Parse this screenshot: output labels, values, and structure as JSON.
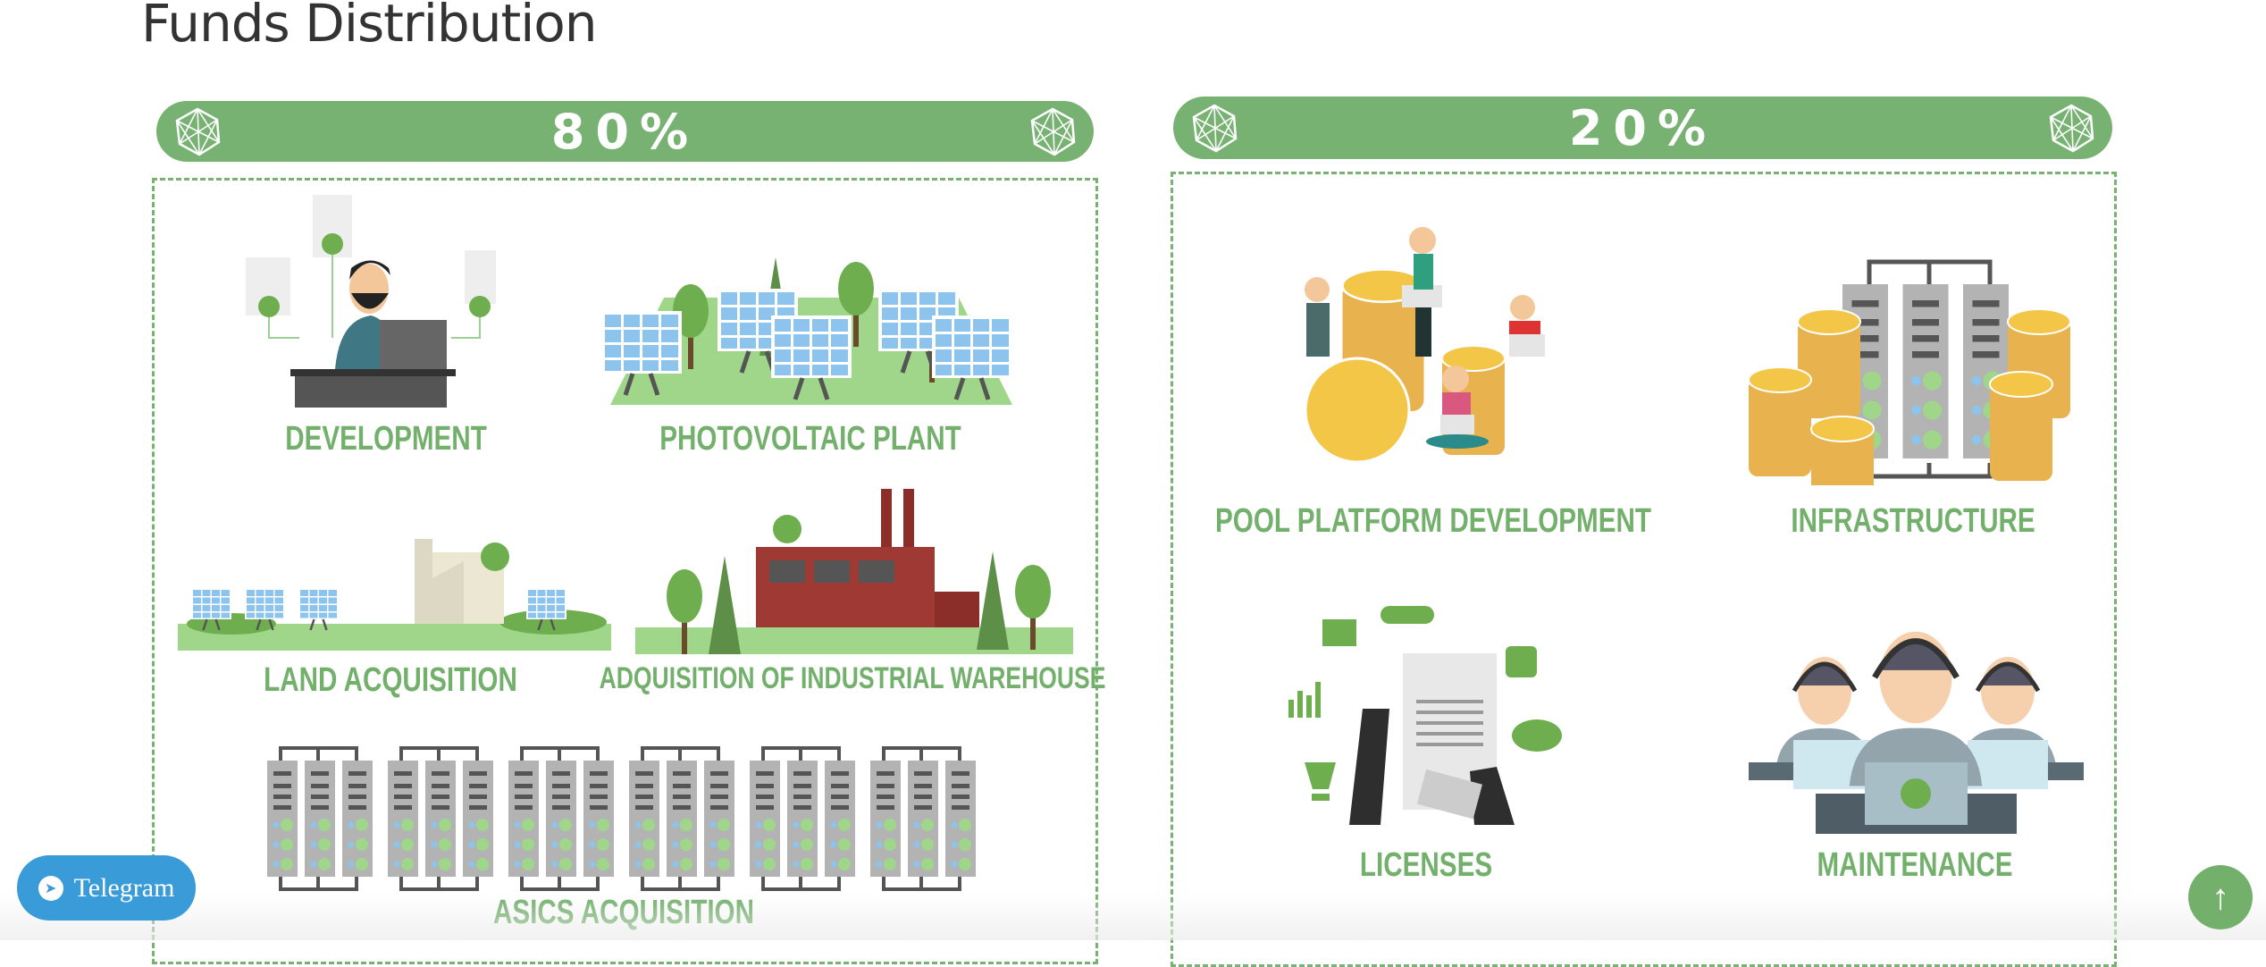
{
  "page": {
    "title": "Funds Distribution"
  },
  "colors": {
    "accent": "#78b273",
    "label": "#72b06c",
    "telegram": "#3a9bd9"
  },
  "sections": [
    {
      "percent": "80%",
      "items": [
        {
          "label": "DEVELOPMENT"
        },
        {
          "label": "PHOTOVOLTAIC PLANT"
        },
        {
          "label": "LAND ACQUISITION"
        },
        {
          "label": "ADQUISITION OF INDUSTRIAL WAREHOUSE"
        },
        {
          "label": "ASICS ACQUISITION"
        }
      ]
    },
    {
      "percent": "20%",
      "items": [
        {
          "label": "POOL PLATFORM DEVELOPMENT"
        },
        {
          "label": "INFRASTRUCTURE"
        },
        {
          "label": "LICENSES"
        },
        {
          "label": "MAINTENANCE"
        }
      ]
    }
  ],
  "floating": {
    "telegram_label": "Telegram",
    "telegram_icon": "paper-plane-icon",
    "scroll_top_icon": "arrow-up-icon"
  }
}
